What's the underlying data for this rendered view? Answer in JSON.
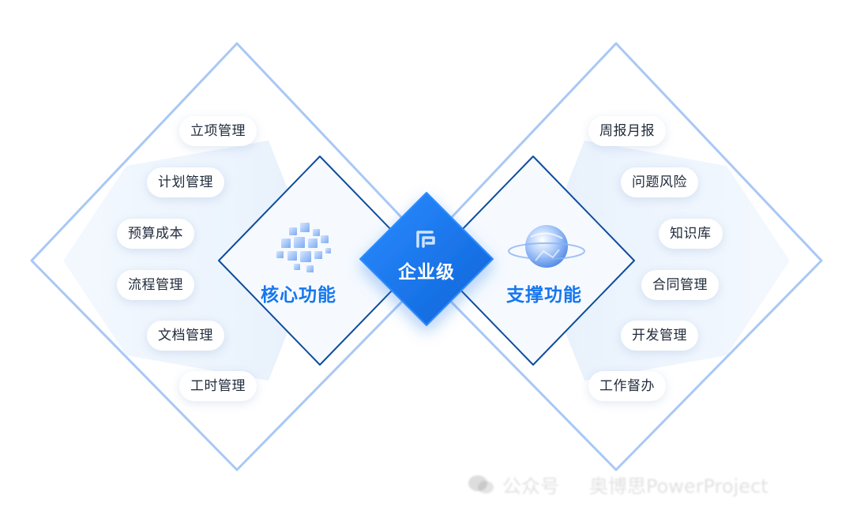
{
  "center": {
    "title": "企业级"
  },
  "hubs": {
    "core": {
      "title": "核心功能"
    },
    "support": {
      "title": "支撑功能"
    }
  },
  "core_items": [
    "立项管理",
    "计划管理",
    "预算成本",
    "流程管理",
    "文档管理",
    "工时管理"
  ],
  "support_items": [
    "周报月报",
    "问题风险",
    "知识库",
    "合同管理",
    "开发管理",
    "工作督办"
  ],
  "watermark": {
    "channel": "公众号",
    "author": "奥博思PowerProject"
  },
  "colors": {
    "outer_outline": "#a9c8f5",
    "inner_outline": "#0e4e9c",
    "center_fill": "#1677ee",
    "accent_text": "#1677ee"
  },
  "icons": {
    "center": "logo-icon",
    "core": "cubes-icon",
    "support": "globe-icon",
    "watermark": "wechat-icon"
  }
}
